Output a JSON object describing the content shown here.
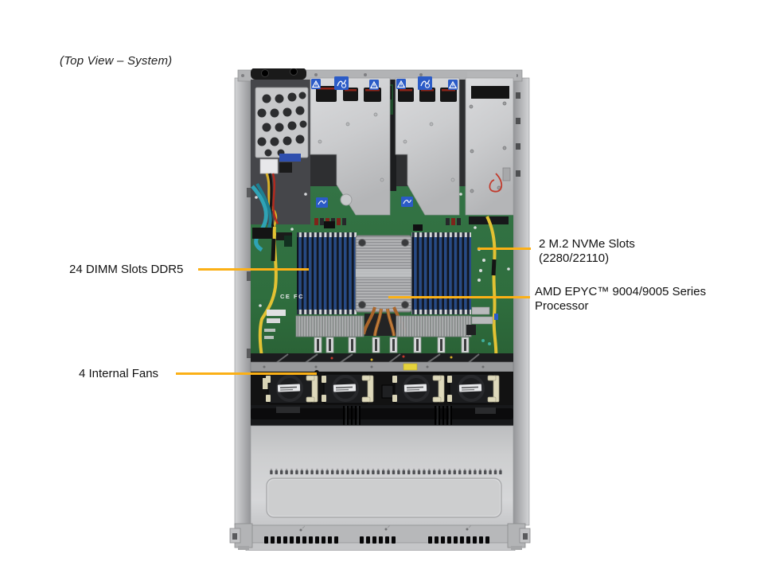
{
  "figure": {
    "caption": "(Top View – System)"
  },
  "callouts": {
    "dimm": {
      "label": "24 DIMM Slots DDR5"
    },
    "fans": {
      "label": "4 Internal Fans"
    },
    "m2": {
      "label_line1": "2 M.2 NVMe Slots",
      "label_line2": "(2280/22110)"
    },
    "cpu": {
      "label_line1": "AMD EPYC™ 9004/9005 Series",
      "label_line2": "Processor"
    }
  },
  "board_markings": {
    "regulatory": "CE FC"
  },
  "colors": {
    "callout_line": "#FBB016",
    "motherboard_green": "#2F6E3E",
    "chassis_gray": "#C9CACC",
    "dimm_blue": "#264A86",
    "background": "#FFFFFF"
  }
}
